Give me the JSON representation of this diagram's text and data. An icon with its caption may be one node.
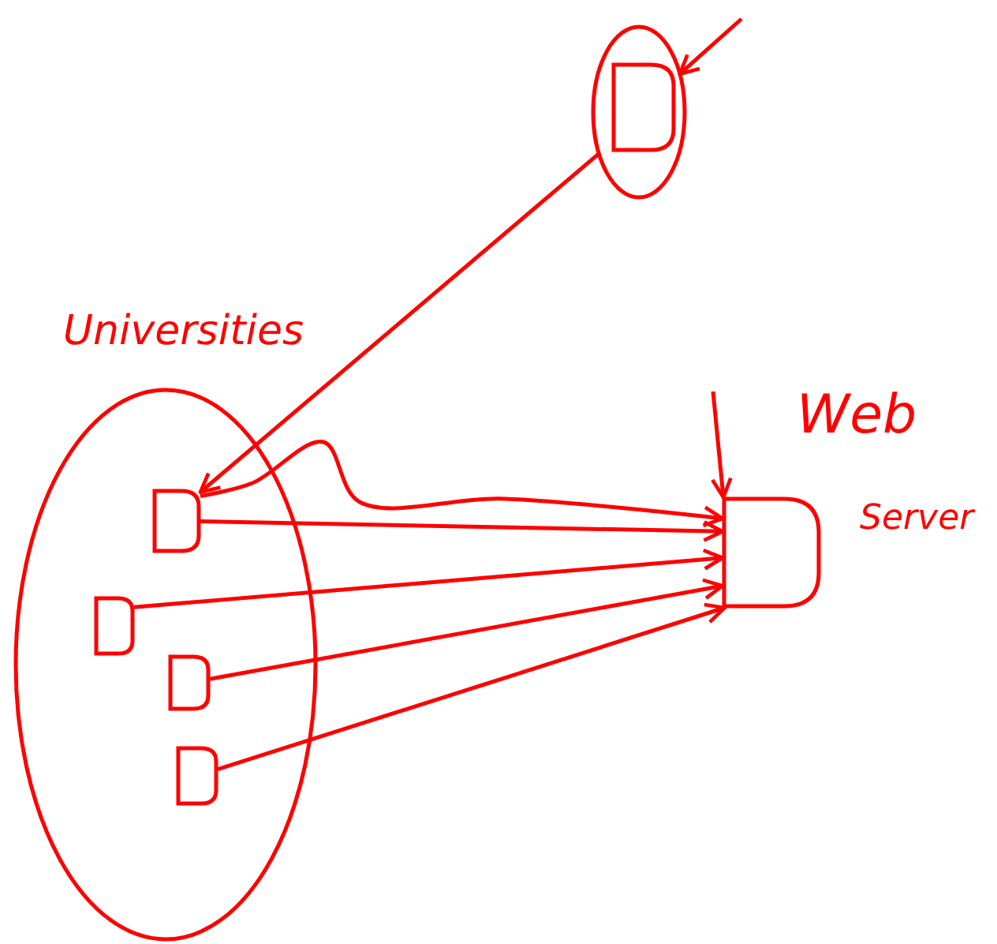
{
  "diagram": {
    "nodes": [
      {
        "text": [
          "Universities"
        ]
      },
      {
        "text": [],
        "shape": "box",
        "in": 0
      },
      {
        "text": [],
        "shape": "box",
        "in": 0
      },
      {
        "text": [],
        "shape": "box",
        "in": 0
      },
      {
        "text": [],
        "shape": "box",
        "in": 0
      },
      {
        "text": [],
        "shape": "circle"
      },
      {
        "text": [],
        "shape": "box",
        "in": 5
      },
      {
        "text": [],
        "shape": "box",
        "beside": [
          "Web",
          "Server"
        ]
      }
    ],
    "edges": [
      {
        "from": 1,
        "to": 7,
        "arrow": "to"
      },
      {
        "from": 1,
        "to": 7,
        "arrow": "to"
      },
      {
        "from": 2,
        "to": 7,
        "arrow": "to"
      },
      {
        "from": 3,
        "to": 7,
        "arrow": "to"
      },
      {
        "from": 4,
        "to": 7,
        "arrow": "to"
      },
      {
        "from": 5,
        "to": 1,
        "arrow": "to"
      },
      {
        "from": null,
        "to": 5,
        "arrow": "to"
      },
      {
        "from": null,
        "to": 7,
        "arrow": "to"
      }
    ]
  }
}
